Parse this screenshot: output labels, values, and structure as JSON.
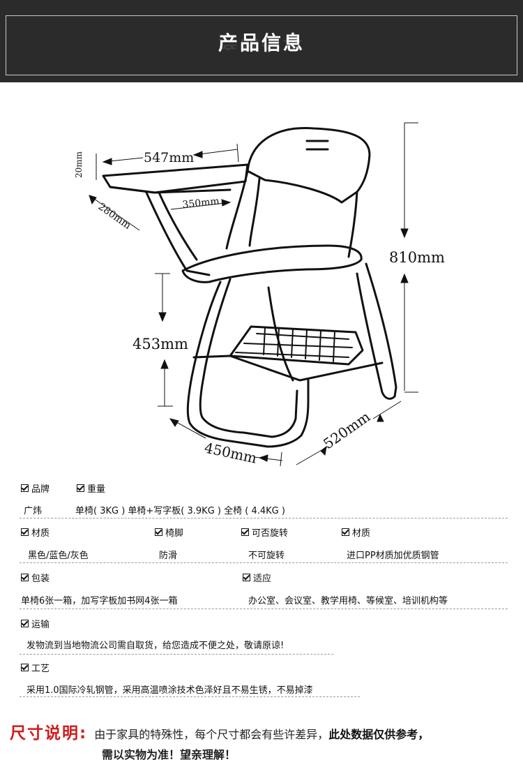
{
  "banner": {
    "title": "产品信息"
  },
  "dimensions": {
    "top_width": "547mm",
    "desk_thickness": "20mm",
    "desk_depth": "280mm",
    "desk_width": "350mm",
    "total_height": "810mm",
    "seat_height": "453mm",
    "base_width": "450mm",
    "base_depth": "520mm"
  },
  "specs": {
    "brand_label": "品牌",
    "brand_value": "广炜",
    "weight_label": "重量",
    "weight_value": "单椅( 3KG ) 单椅+写字板( 3.9KG ) 全椅 ( 4.4KG )",
    "material_label": "材质",
    "material_value": "黑色/蓝色/灰色",
    "legs_label": "椅脚",
    "legs_value": "防滑",
    "rotate_label": "可否旋转",
    "rotate_value": "不可旋转",
    "material2_label": "材质",
    "material2_value": "进口PP材质加优质钢管",
    "package_label": "包装",
    "package_value": "单椅6张一箱，加写字板加书网4张一箱",
    "usage_label": "适应",
    "usage_value": "办公室、会议室、教学用椅、等候室、培训机构等",
    "shipping_label": "运输",
    "shipping_value": "发物流到当地物流公司需自取货，给您造成不便之处，敬请原谅!",
    "craft_label": "工艺",
    "craft_value": "采用1.0国际冷轧钢管，采用高温喷涂技术色泽好且不易生锈，不易掉漆"
  },
  "note": {
    "heading": "尺寸说明:",
    "text": "由于家具的特殊性，每个尺寸都会有些许差异，",
    "bold": "此处数据仅供参考，",
    "line2": "需以实物为准！望亲理解！"
  }
}
